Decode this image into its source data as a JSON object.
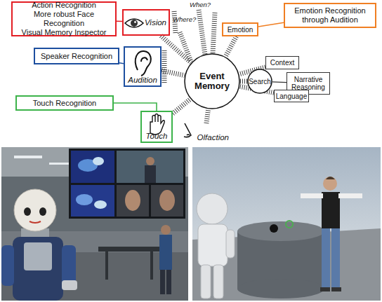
{
  "diagram": {
    "nodes": [
      {
        "text": [
          "Action Recognition",
          "More robust Face Recognition",
          "Visual Memory Inspector"
        ]
      },
      {
        "text": [
          "Vision"
        ]
      },
      {
        "text": [
          "Emotion Recognition through Audition"
        ]
      },
      {
        "text": [
          "Emotion"
        ]
      },
      {
        "text": [
          "Speaker Recognition"
        ]
      },
      {
        "text": [
          "Audition"
        ]
      },
      {
        "text": [
          "Context"
        ]
      },
      {
        "text": [
          "Event Memory"
        ]
      },
      {
        "text": [
          "Search"
        ]
      },
      {
        "text": [
          "Narrative Reasoning"
        ]
      },
      {
        "text": [
          "Language"
        ]
      },
      {
        "text": [
          "Touch Recognition"
        ]
      },
      {
        "text": [
          "Touch"
        ]
      },
      {
        "text": [
          "Olfaction"
        ]
      }
    ],
    "edges": [
      {
        "from": 0,
        "to": 1,
        "arrow": "none"
      },
      {
        "from": 2,
        "to": 3,
        "arrow": "none"
      },
      {
        "from": 4,
        "to": 5,
        "arrow": "none"
      },
      {
        "from": 11,
        "to": 12,
        "arrow": "none"
      },
      {
        "from": 1,
        "to": 7,
        "arrow": "none"
      },
      {
        "from": 3,
        "to": 7,
        "arrow": "none"
      },
      {
        "from": 5,
        "to": 7,
        "arrow": "none"
      },
      {
        "from": 6,
        "to": 7,
        "arrow": "none"
      },
      {
        "from": 8,
        "to": 7,
        "arrow": "none"
      },
      {
        "from": 8,
        "to": 9,
        "arrow": "none"
      },
      {
        "from": 10,
        "to": 7,
        "arrow": "none"
      },
      {
        "from": 12,
        "to": 7,
        "arrow": "none"
      },
      {
        "from": 13,
        "to": 7,
        "arrow": "none"
      }
    ],
    "labels": [
      "When?",
      "Where?"
    ]
  }
}
